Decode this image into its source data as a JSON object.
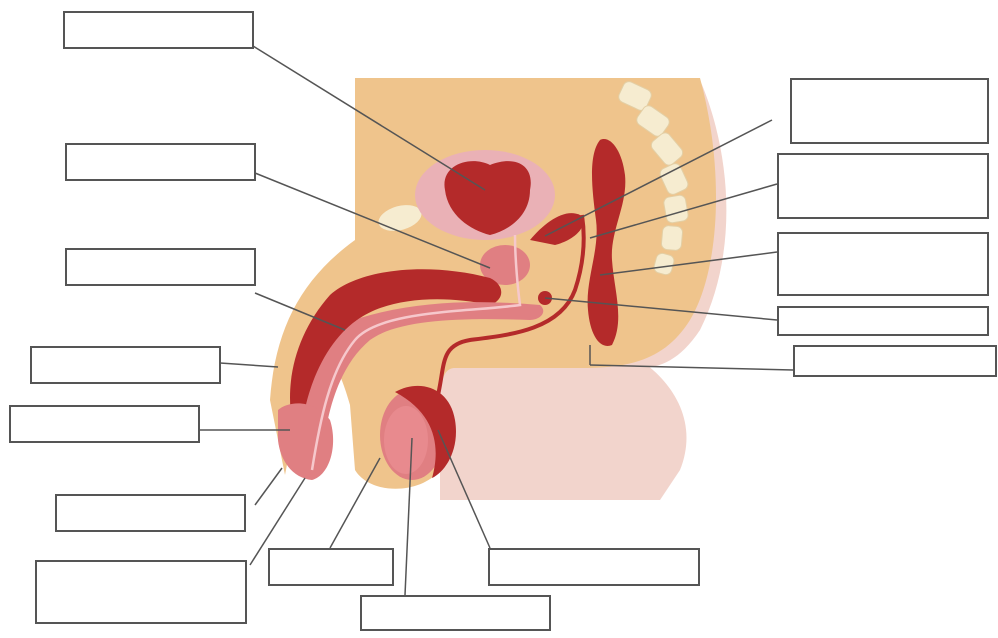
{
  "diagram": {
    "labels": [
      {
        "id": "label-1",
        "text": ""
      },
      {
        "id": "label-2",
        "text": ""
      },
      {
        "id": "label-3",
        "text": ""
      },
      {
        "id": "label-4",
        "text": ""
      },
      {
        "id": "label-5",
        "text": ""
      },
      {
        "id": "label-6",
        "text": ""
      },
      {
        "id": "label-7",
        "text": ""
      },
      {
        "id": "label-8",
        "text": ""
      },
      {
        "id": "label-9",
        "text": ""
      },
      {
        "id": "label-10",
        "text": ""
      },
      {
        "id": "label-11",
        "text": ""
      },
      {
        "id": "label-12",
        "text": ""
      },
      {
        "id": "label-13",
        "text": ""
      },
      {
        "id": "label-14",
        "text": ""
      },
      {
        "id": "label-15",
        "text": ""
      }
    ]
  },
  "colors": {
    "body_fill": "#efc48c",
    "skin_pink": "#f2d4cc",
    "organ_dark": "#b42a2a",
    "organ_light": "#e07f82",
    "organ_pale": "#eab1b6",
    "spine": "#f6ecd0",
    "leader_line": "#555555",
    "box_border": "#555555"
  }
}
